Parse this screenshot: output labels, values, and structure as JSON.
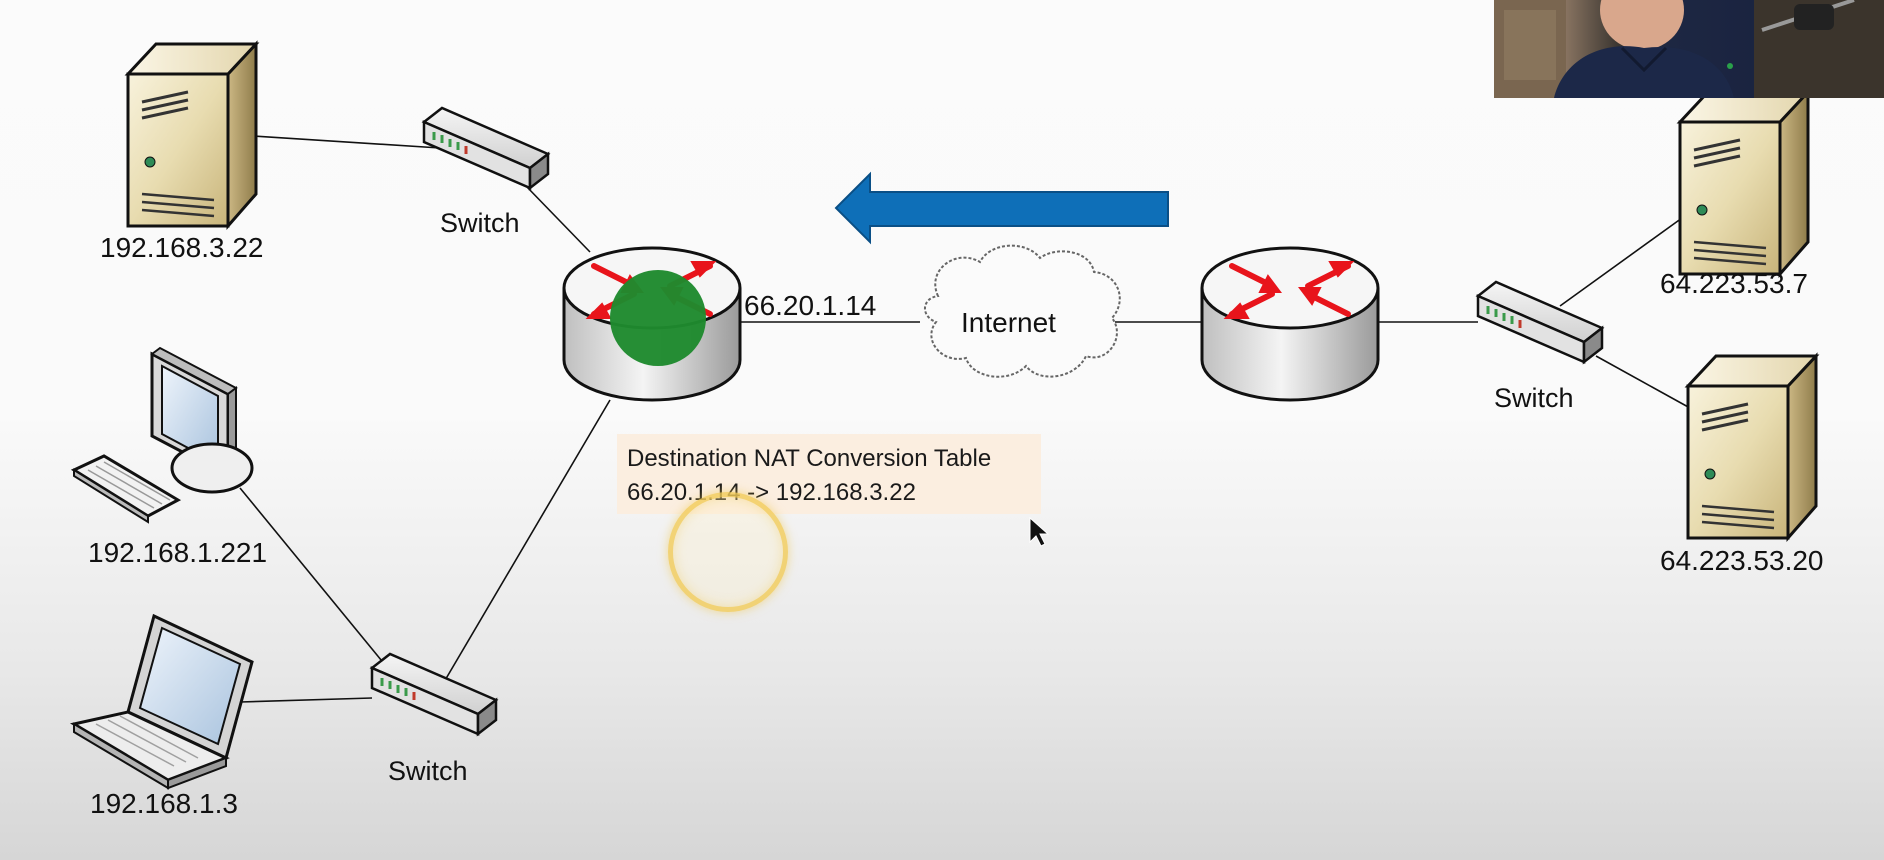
{
  "labels": {
    "server1": "192.168.3.22",
    "switch_top": "Switch",
    "desktop": "192.168.1.221",
    "laptop": "192.168.1.3",
    "switch_bottom": "Switch",
    "router_ip": "66.20.1.14",
    "internet": "Internet",
    "server_r1": "64.223.53.7",
    "switch_right": "Switch",
    "server_r2": "64.223.53.20"
  },
  "nat_table": {
    "title": "Destination NAT Conversion Table",
    "entry": "66.20.1.14 -> 192.168.3.22"
  },
  "colors": {
    "arrow": "#0e6fb8",
    "marker": "#1f8a2e",
    "router_arrows": "#e8141b",
    "nat_background": "#fbeee0"
  },
  "icons": [
    "server-icon",
    "switch-icon",
    "desktop-icon",
    "laptop-icon",
    "router-icon",
    "cloud-icon",
    "arrow-left-icon",
    "cursor-icon"
  ]
}
